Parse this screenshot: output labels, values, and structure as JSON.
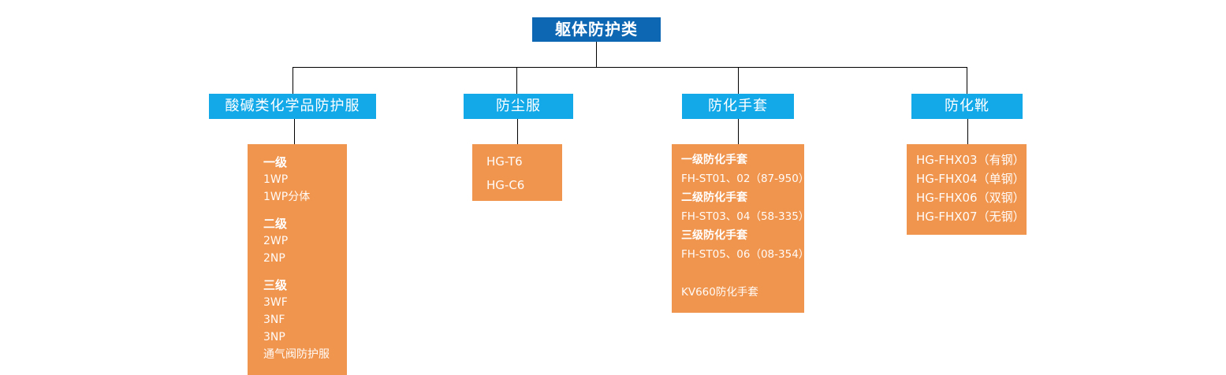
{
  "chart": {
    "type": "tree-diagram",
    "root": {
      "label": "躯体防护类"
    },
    "branches": [
      {
        "header": "酸碱类化学品防护服",
        "items": [
          {
            "text": "一级",
            "style": "heading"
          },
          {
            "text": "1WP",
            "style": "item"
          },
          {
            "text": "1WP分体",
            "style": "item"
          },
          {
            "text": "二级",
            "style": "heading"
          },
          {
            "text": "2WP",
            "style": "item"
          },
          {
            "text": "2NP",
            "style": "item"
          },
          {
            "text": "三级",
            "style": "heading"
          },
          {
            "text": "3WF",
            "style": "item"
          },
          {
            "text": "3NF",
            "style": "item"
          },
          {
            "text": "3NP",
            "style": "item"
          },
          {
            "text": "通气阀防护服",
            "style": "item"
          }
        ]
      },
      {
        "header": "防尘服",
        "items": [
          {
            "text": "HG-T6",
            "style": "item"
          },
          {
            "text": "HG-C6",
            "style": "item"
          }
        ]
      },
      {
        "header": "防化手套",
        "items": [
          {
            "text": "一级防化手套",
            "style": "heading"
          },
          {
            "text": "FH-ST01、02（87-950）",
            "style": "item"
          },
          {
            "text": "二级防化手套",
            "style": "heading"
          },
          {
            "text": "FH-ST03、04（58-335）",
            "style": "item"
          },
          {
            "text": "三级防化手套",
            "style": "heading"
          },
          {
            "text": "FH-ST05、06（08-354）",
            "style": "item"
          },
          {
            "text": "KV660防化手套",
            "style": "item-after-gap"
          }
        ]
      },
      {
        "header": "防化靴",
        "items": [
          {
            "text": "HG-FHX03（有钢）",
            "style": "item"
          },
          {
            "text": "HG-FHX04（单钢）",
            "style": "item"
          },
          {
            "text": "HG-FHX06（双钢）",
            "style": "item"
          },
          {
            "text": "HG-FHX07（无钢）",
            "style": "item"
          }
        ]
      }
    ],
    "colors": {
      "root_bg": "#0e67b3",
      "header_bg": "#13a9e9",
      "box_bg": "#f0954e",
      "connector": "#000000",
      "text": "#ffffff",
      "page_bg": "#ffffff"
    }
  }
}
